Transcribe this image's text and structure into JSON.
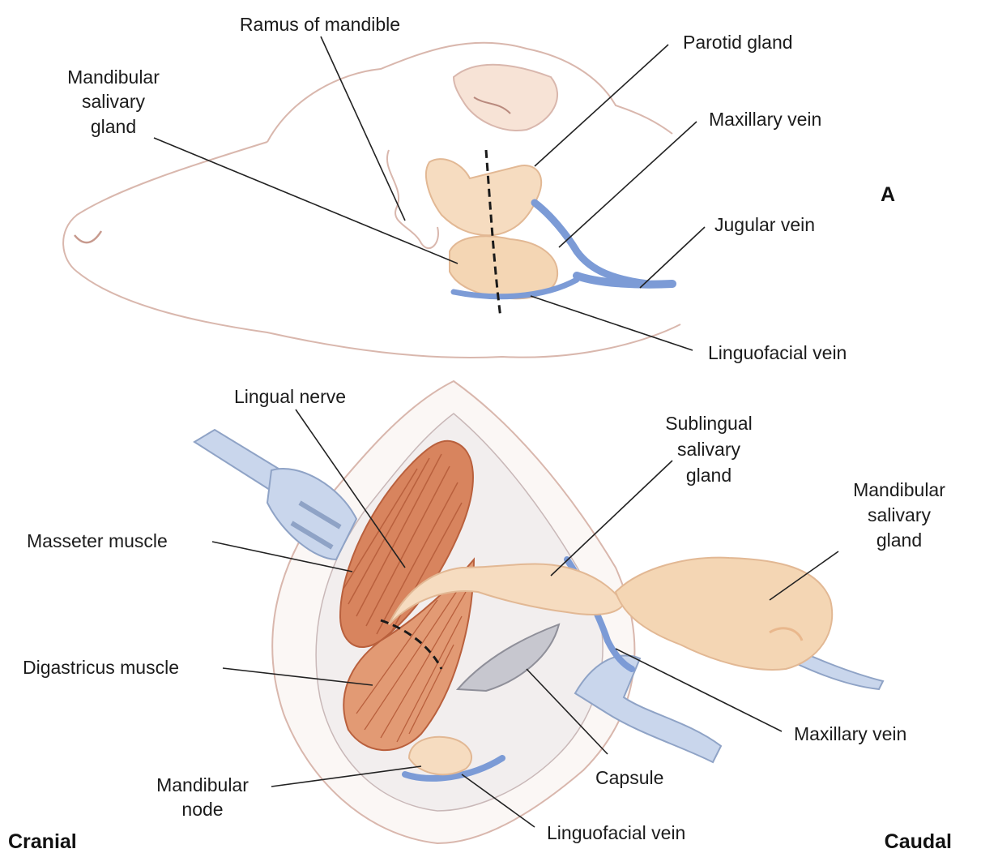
{
  "panel_a": {
    "panel_letter": "A",
    "labels": {
      "ramus": "Ramus of mandible",
      "mandibular_gland_1": "Mandibular",
      "mandibular_gland_2": "salivary",
      "mandibular_gland_3": "gland",
      "parotid": "Parotid gland",
      "maxillary_vein": "Maxillary vein",
      "jugular_vein": "Jugular vein",
      "linguofacial_vein": "Linguofacial vein"
    }
  },
  "panel_b": {
    "labels": {
      "lingual_nerve": "Lingual nerve",
      "sublingual_1": "Sublingual",
      "sublingual_2": "salivary",
      "sublingual_3": "gland",
      "mandibular_gland_1": "Mandibular",
      "mandibular_gland_2": "salivary",
      "mandibular_gland_3": "gland",
      "masseter": "Masseter muscle",
      "digastricus": "Digastricus muscle",
      "maxillary_vein": "Maxillary vein",
      "capsule": "Capsule",
      "mandibular_node_1": "Mandibular",
      "mandibular_node_2": "node",
      "linguofacial_vein": "Linguofacial vein"
    },
    "orientation": {
      "left": "Cranial",
      "right": "Caudal"
    }
  },
  "colors": {
    "outline": "#d9b7ad",
    "gland": "#f6dcc0",
    "gland_shade": "#e9b88d",
    "vein": "#7c9bd6",
    "muscle": "#d8845e",
    "muscle_stripe": "#b9603d",
    "retractor": "#c9d6ec",
    "tissue": "#f2eeee"
  }
}
